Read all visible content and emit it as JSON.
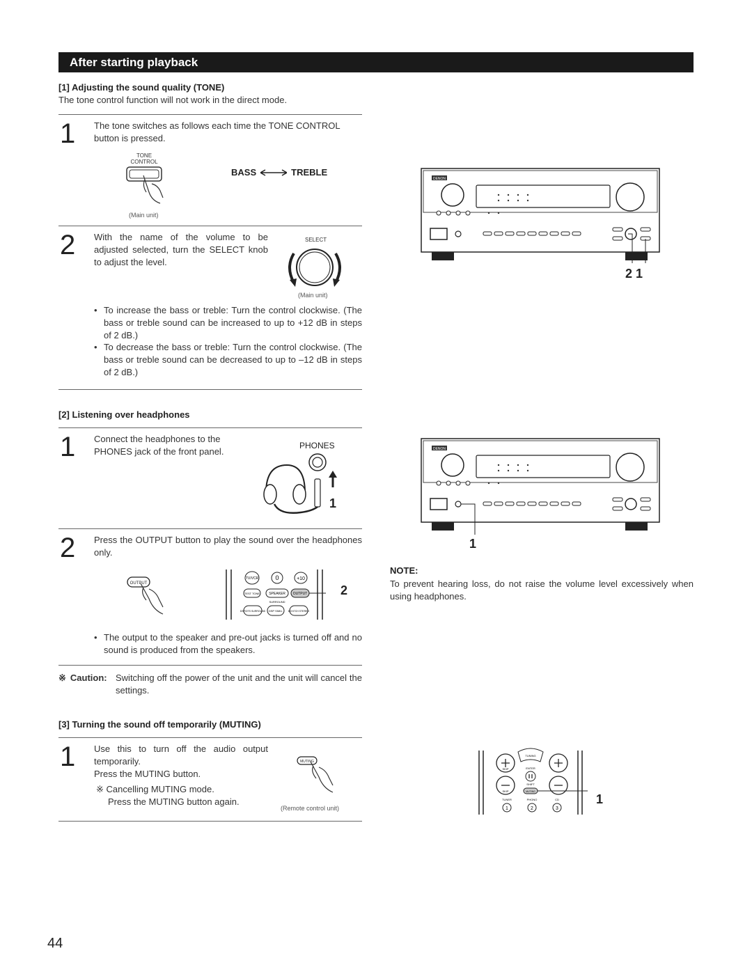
{
  "banner": "After starting playback",
  "s1": {
    "heading": "[1] Adjusting the sound quality (TONE)",
    "intro": "The tone control function will not work in the direct mode.",
    "step1_num": "1",
    "step1_text": "The tone switches as follows each time the TONE CONTROL button is pressed.",
    "tone_label_1": "TONE",
    "tone_label_2": "CONTROL",
    "bass_label": "BASS",
    "treble_label": "TREBLE",
    "main_unit_1": "(Main unit)",
    "step2_num": "2",
    "step2_text": "With the name of the volume to be adjusted selected, turn the SELECT knob to adjust the level.",
    "select_label": "SELECT",
    "main_unit_2": "(Main unit)",
    "bullet1": "To increase the bass or treble: Turn the control clockwise. (The bass or treble sound can be increased to up to +12 dB in steps of 2 dB.)",
    "bullet2": "To decrease the bass or treble: Turn the control clockwise. (The bass or treble sound can be decreased to up to –12 dB in steps of 2 dB.)",
    "fig1_callout": "2  1"
  },
  "s2": {
    "heading": "[2] Listening over headphones",
    "step1_num": "1",
    "step1_text": "Connect the headphones to the PHONES jack of the front panel.",
    "phones_label": "PHONES",
    "phones_callout": "1",
    "fig2_callout": "1",
    "step2_num": "2",
    "step2_text": "Press the OUTPUT button to play the sound over the headphones only.",
    "output_label": "OUTPUT",
    "remote_callout": "2",
    "remote_labels": [
      "TV/VCR",
      "0",
      "+10",
      "TEST TONE",
      "SPEAKER",
      "OUTPUT",
      "SURROUND",
      "DSP/DTS SURROUND",
      "DSP SIMU.",
      "6CH/7CH STEREO"
    ],
    "bullet": "The output to the speaker and pre-out jacks is turned off and no sound is produced from the speakers.",
    "caution_mark": "※",
    "caution_label": "Caution:",
    "caution_text": "Switching off the power of the unit and the unit will cancel the settings."
  },
  "note": {
    "heading": "NOTE:",
    "text": "To prevent hearing loss, do not raise the volume level excessively when using headphones."
  },
  "s3": {
    "heading": "[3] Turning the sound off temporarily (MUTING)",
    "step1_num": "1",
    "line1": "Use this to turn off the audio output temporarily.",
    "line2": "Press the MUTING button.",
    "line3": "※ Cancelling MUTING mode.",
    "line4": "Press the MUTING button again.",
    "muting_label": "MUTING",
    "remote_unit": "(Remote control unit)",
    "remote_callout": "1",
    "remote_labels": [
      "TUNING",
      "SKIP",
      "ENTER",
      "SHIFT",
      "SKIP",
      "MUTING",
      "TUNER",
      "PHONO",
      "CD",
      "1",
      "2",
      "3"
    ]
  },
  "page_number": "44",
  "brand": "DENON"
}
